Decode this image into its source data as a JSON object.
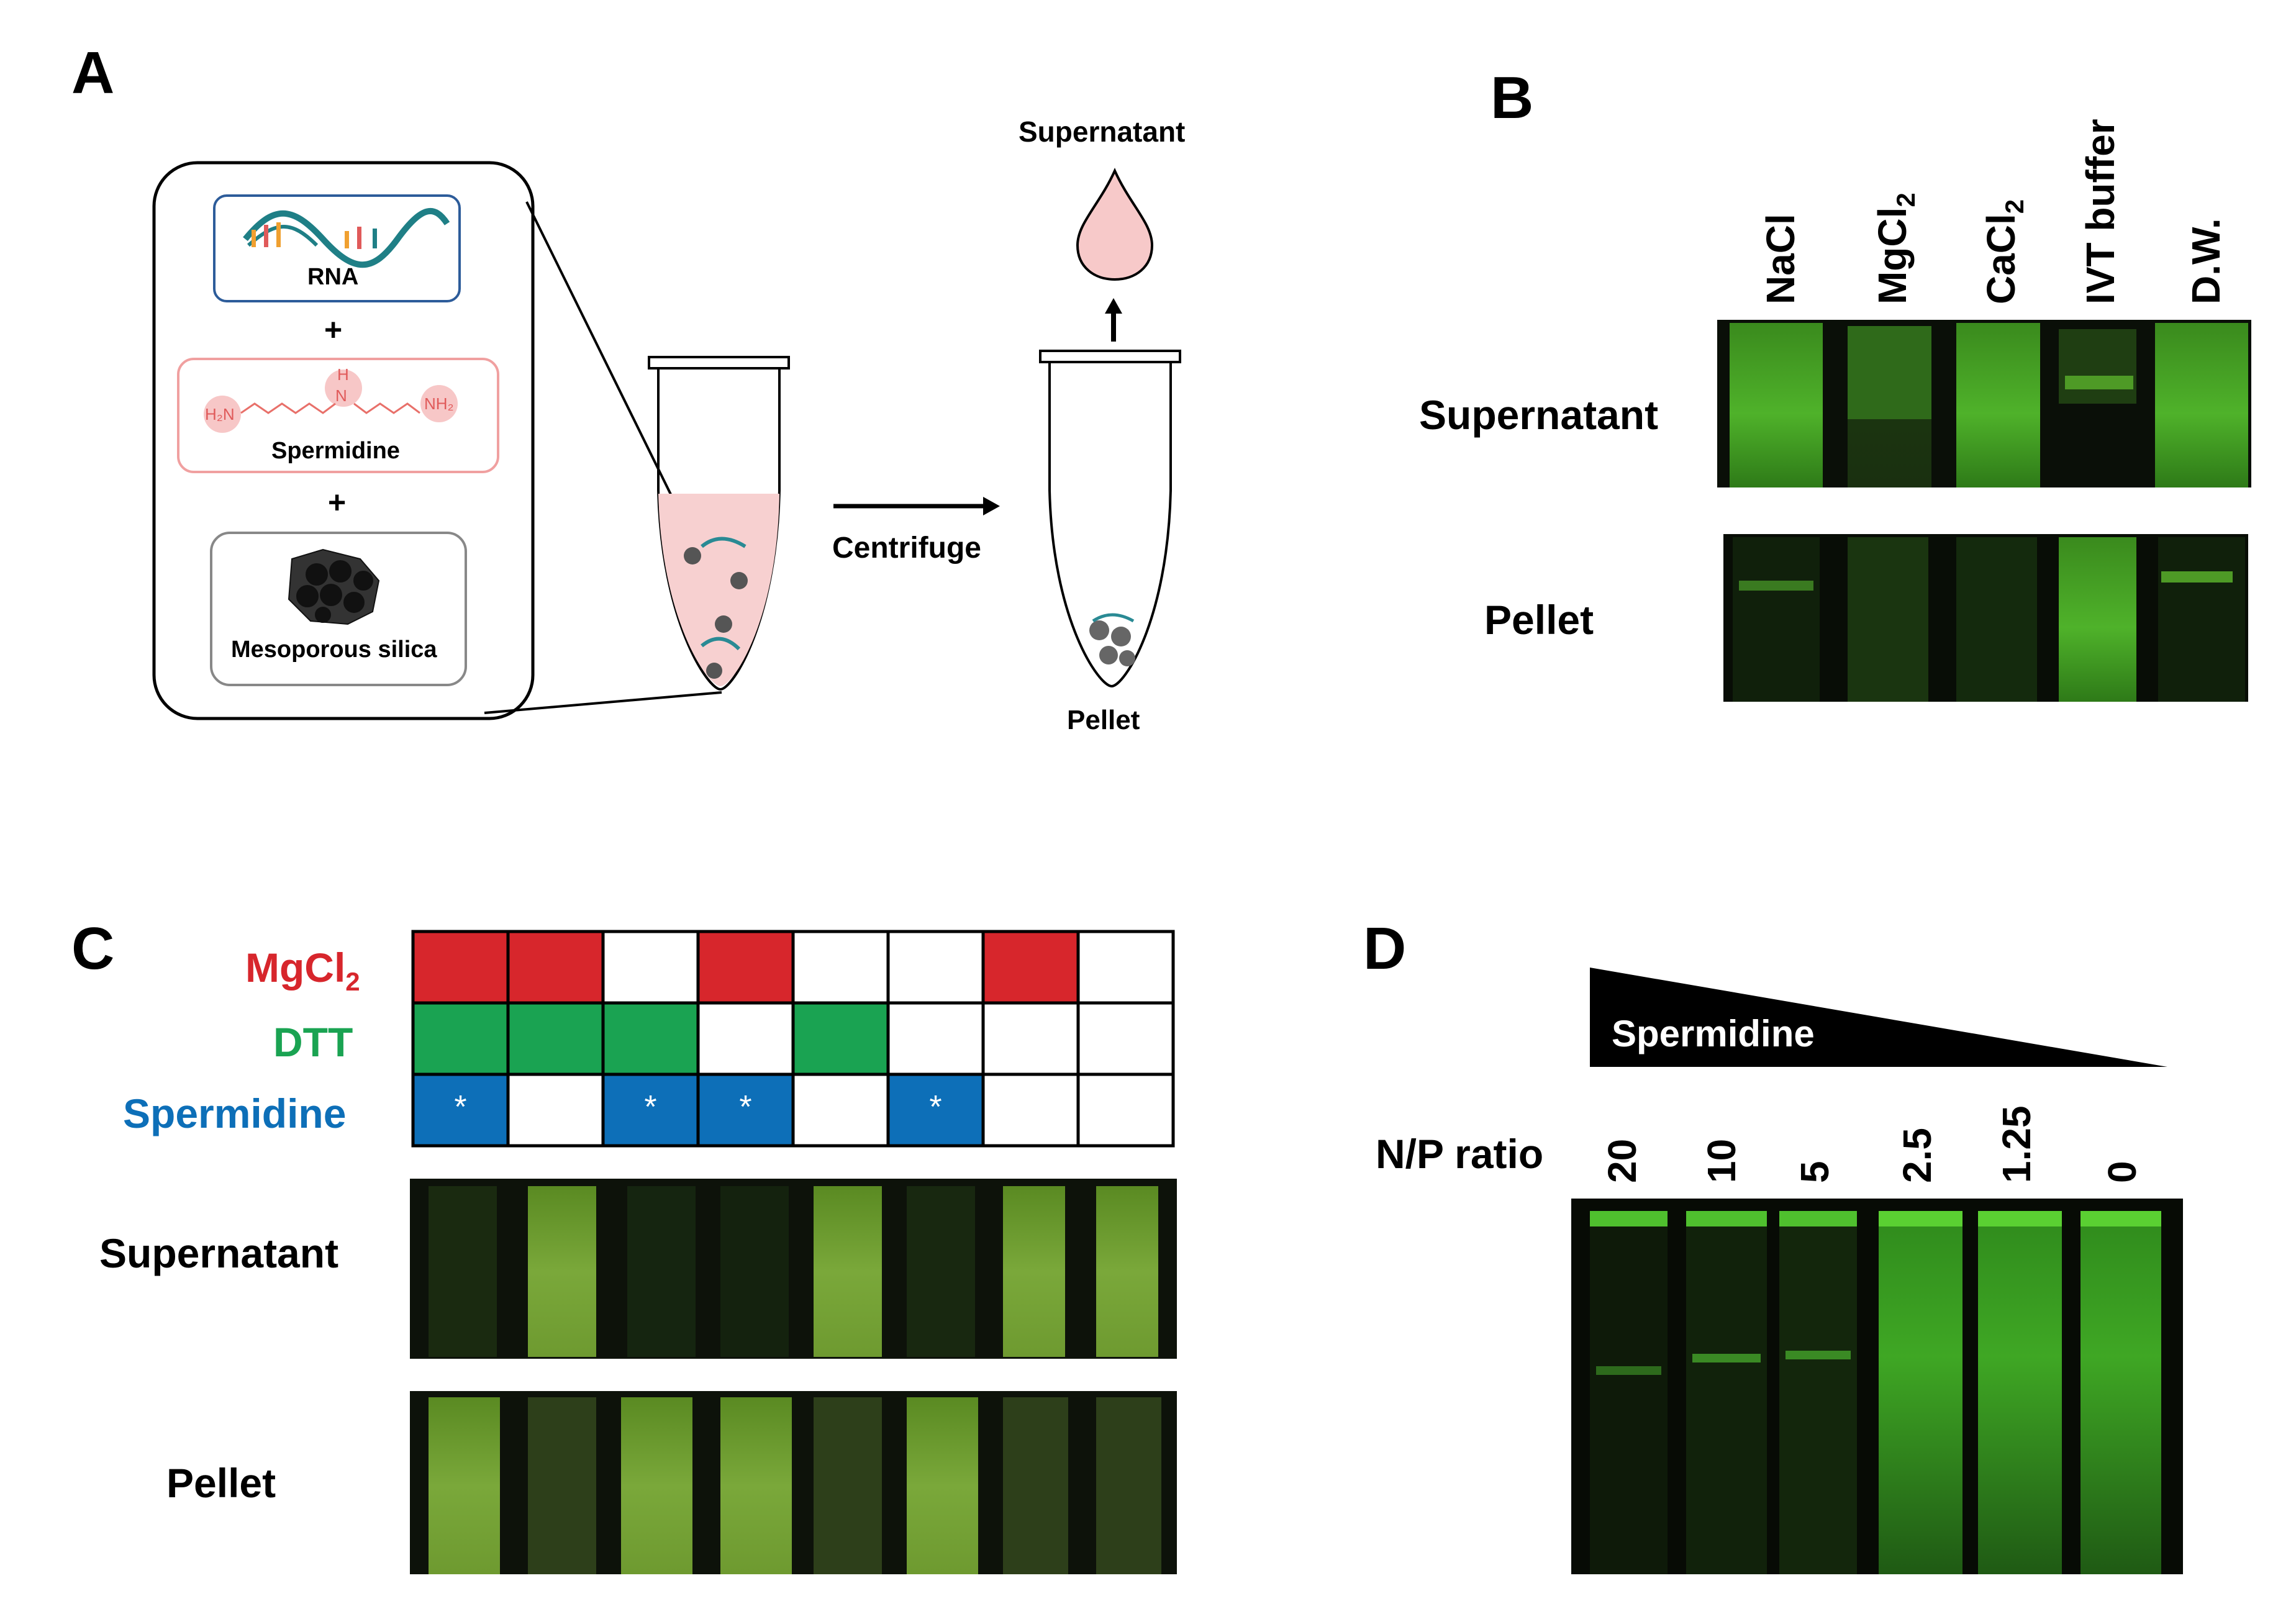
{
  "panels": {
    "a": {
      "letter": "A",
      "rna_label": "RNA",
      "plus_1": "+",
      "spermidine_label": "Spermidine",
      "plus_2": "+",
      "silica_label": "Mesoporous silica",
      "h2n": "H₂N",
      "h": "H",
      "n": "N",
      "nh2": "NH₂",
      "centrifuge_label": "Centrifuge",
      "supernatant_label": "Supernatant",
      "pellet_label": "Pellet"
    },
    "b": {
      "letter": "B",
      "lanes": [
        "NaCl",
        "MgCl",
        "CaCl",
        "IVT buffer",
        "D.W."
      ],
      "lane_subscripts": [
        "",
        "2",
        "2",
        "",
        ""
      ],
      "row_supernatant": "Supernatant",
      "row_pellet": "Pellet"
    },
    "c": {
      "letter": "C",
      "row_mgcl2": "MgCl",
      "row_mgcl2_sub": "2",
      "row_dtt": "DTT",
      "row_spermidine": "Spermidine",
      "mgcl2_pattern": [
        true,
        true,
        false,
        true,
        false,
        false,
        true,
        false
      ],
      "dtt_pattern": [
        true,
        true,
        true,
        false,
        true,
        false,
        false,
        false
      ],
      "spermidine_pattern": [
        true,
        false,
        true,
        true,
        false,
        true,
        false,
        false
      ],
      "spermidine_mark": "*",
      "row_supernatant": "Supernatant",
      "row_pellet": "Pellet",
      "colors": {
        "mgcl2": "#d7262c",
        "dtt": "#1aa352",
        "spermidine": "#0d6fb8"
      }
    },
    "d": {
      "letter": "D",
      "wedge_label": "Spermidine",
      "np_label": "N/P ratio",
      "np_values": [
        "20",
        "10",
        "5",
        "2.5",
        "1.25",
        "0"
      ]
    }
  }
}
